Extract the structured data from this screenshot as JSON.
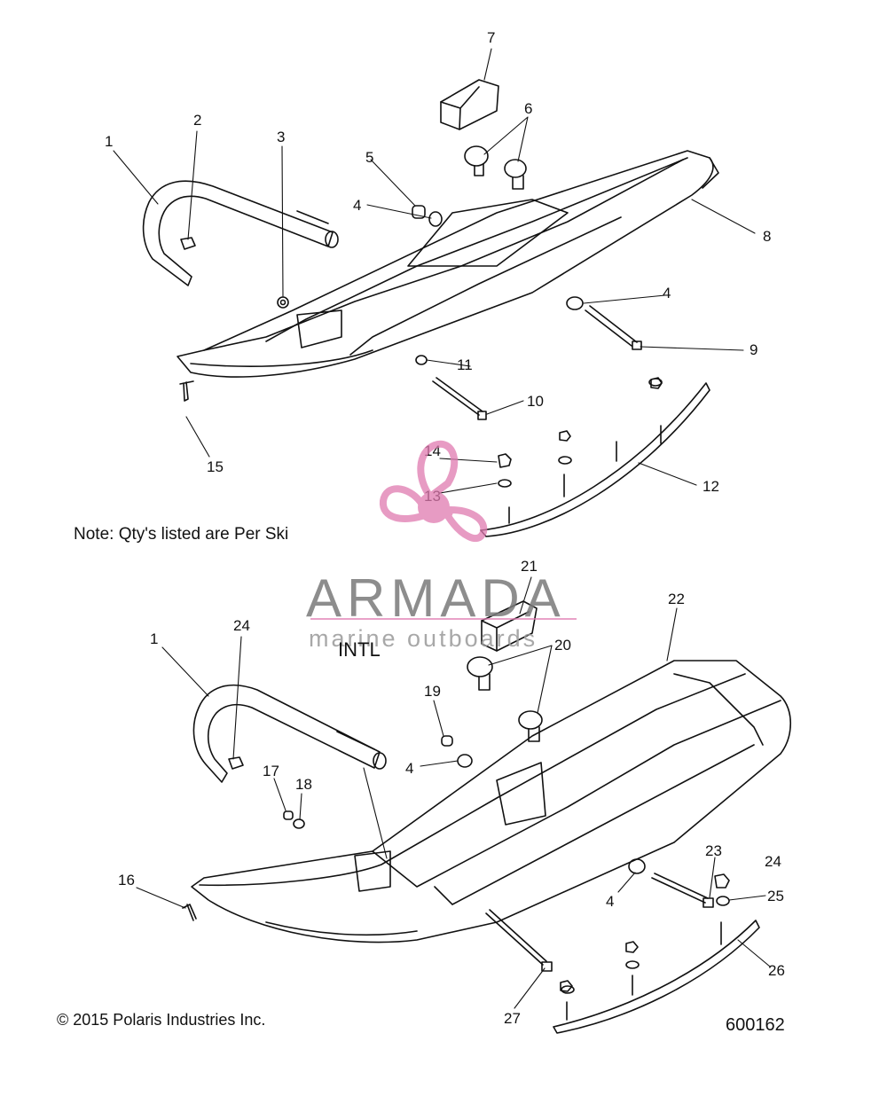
{
  "note": "Note: Qty's listed are Per Ski",
  "intl_label": "INTL",
  "copyright": "© 2015 Polaris Industries Inc.",
  "drawing_number": "600162",
  "watermark": {
    "name": "ARMADA",
    "tagline": "marine outboards",
    "color": "#e07ab0"
  },
  "callouts": {
    "top": [
      "1",
      "2",
      "3",
      "4",
      "5",
      "4",
      "6",
      "7",
      "8",
      "9",
      "10",
      "11",
      "12",
      "13",
      "14",
      "15"
    ],
    "bottom": [
      "1",
      "24",
      "17",
      "18",
      "16",
      "19",
      "4",
      "20",
      "21",
      "22",
      "4",
      "23",
      "24",
      "25",
      "26",
      "27"
    ]
  }
}
